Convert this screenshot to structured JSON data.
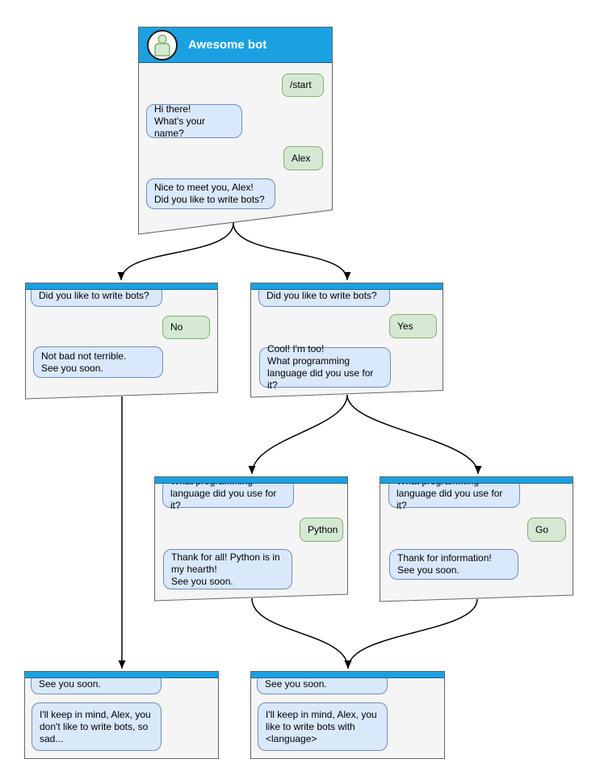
{
  "colors": {
    "header_blue": "#1BA1E2",
    "panel_fill": "#F5F5F5",
    "panel_border": "#666666",
    "bot_bubble_fill": "#DAE8FC",
    "bot_bubble_border": "#6C8EBF",
    "user_bubble_fill": "#D5E8D4",
    "user_bubble_border": "#82B366",
    "connector": "#000000"
  },
  "panels": [
    {
      "name": "awesome-bot-root",
      "title": "Awesome bot",
      "messages": [
        {
          "from": "user",
          "text": "/start"
        },
        {
          "from": "bot",
          "text": "Hi there!\nWhat's your name?"
        },
        {
          "from": "user",
          "text": "Alex"
        },
        {
          "from": "bot",
          "text": "Nice to meet you, Alex!\nDid you like to write bots?"
        }
      ]
    },
    {
      "name": "branch-no",
      "messages": [
        {
          "from": "bot",
          "text": "Did you like to write bots?"
        },
        {
          "from": "user",
          "text": "No"
        },
        {
          "from": "bot",
          "text": "Not bad not terrible.\nSee you soon."
        }
      ]
    },
    {
      "name": "branch-yes",
      "messages": [
        {
          "from": "bot",
          "text": "Did you like to write bots?"
        },
        {
          "from": "user",
          "text": "Yes"
        },
        {
          "from": "bot",
          "text": "Cool! I'm too!\nWhat programming\nlanguage did you use for it?"
        }
      ]
    },
    {
      "name": "branch-python",
      "messages": [
        {
          "from": "bot",
          "text": "What programming\nlanguage did you use for it?"
        },
        {
          "from": "user",
          "text": "Python"
        },
        {
          "from": "bot",
          "text": "Thank for all! Python is in\nmy hearth!\nSee you soon."
        }
      ]
    },
    {
      "name": "branch-go",
      "messages": [
        {
          "from": "bot",
          "text": "What programming\nlanguage did you use for it?"
        },
        {
          "from": "user",
          "text": "Go"
        },
        {
          "from": "bot",
          "text": "Thank for information!\nSee you soon."
        }
      ]
    },
    {
      "name": "end-dont-like-bots",
      "messages": [
        {
          "from": "bot",
          "text": "See you soon."
        },
        {
          "from": "bot",
          "text": "I'll keep in mind, Alex, you\ndon't like to write bots, so\nsad..."
        }
      ]
    },
    {
      "name": "end-like-bots-language",
      "messages": [
        {
          "from": "bot",
          "text": "See you soon."
        },
        {
          "from": "bot",
          "text": "I'll keep in mind, Alex, you\nlike to write bots with\n<language>"
        }
      ]
    }
  ]
}
